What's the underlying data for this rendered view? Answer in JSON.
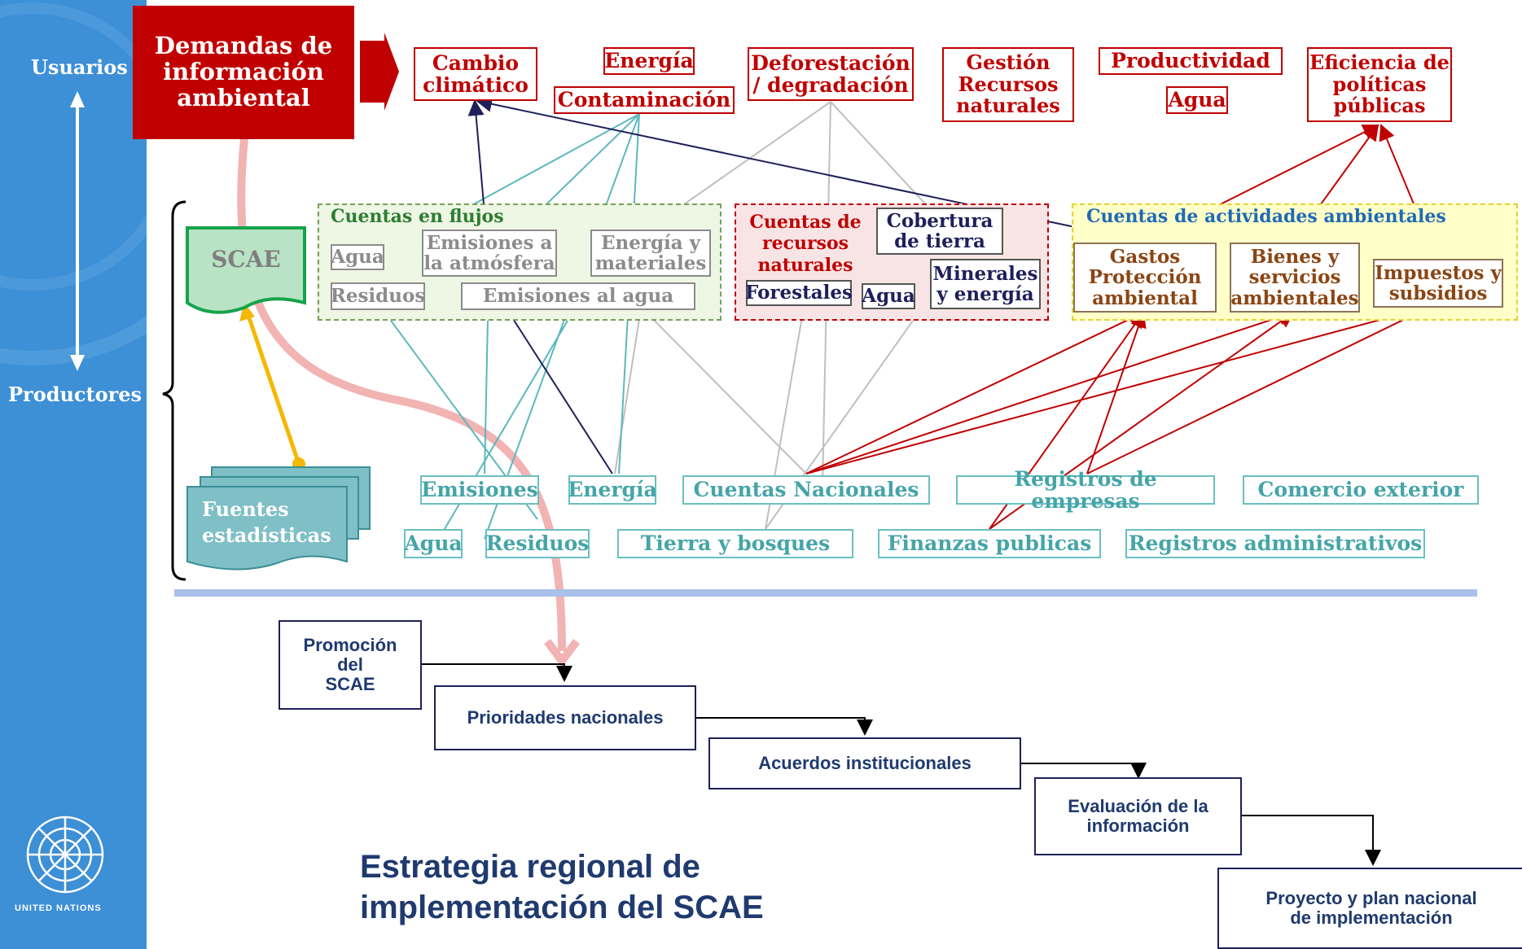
{
  "sidebar": {
    "users_label": "Usuarios",
    "producers_label": "Productores",
    "org_label": "UNITED NATIONS"
  },
  "demand_box": "Demandas de\ninformación\nambiental",
  "demands": {
    "cambio": "Cambio\nclimático",
    "energia": "Energía",
    "contaminacion": "Contaminación",
    "deforestacion": "Deforestación\n/ degradación",
    "gestion": "Gestión\nRecursos\nnaturales",
    "productividad": "Productividad",
    "agua": "Agua",
    "eficiencia": "Eficiencia de\npolíticas\npúblicas"
  },
  "scae_label": "SCAE",
  "panels": {
    "flujos": {
      "title": "Cuentas en flujos",
      "agua": "Agua",
      "emisiones_atm": "Emisiones a\nla atmósfera",
      "energia_mat": "Energía y\nmateriales",
      "residuos": "Residuos",
      "emisiones_agua": "Emisiones al agua"
    },
    "recursos": {
      "title": "Cuentas de\nrecursos\nnaturales",
      "cobertura": "Cobertura\nde tierra",
      "forestales": "Forestales",
      "agua": "Agua",
      "minerales": "Minerales\ny energía"
    },
    "actividades": {
      "title": "Cuentas de actividades ambientales",
      "gastos": "Gastos\nProtección\nambiental",
      "bienes": "Bienes y\nservicios\nambientales",
      "impuestos": "Impuestos y\nsubsidios"
    }
  },
  "fuentes_label": "Fuentes\nestadísticas",
  "sources": {
    "emisiones": "Emisiones",
    "energia": "Energía",
    "cuentas_nacionales": "Cuentas Nacionales",
    "registros_empresas": "Registros de empresas",
    "comercio": "Comercio exterior",
    "agua": "Agua",
    "residuos": "Residuos",
    "tierra": "Tierra y bosques",
    "finanzas": "Finanzas publicas",
    "registros_admin": "Registros administrativos"
  },
  "steps": {
    "promocion": "Promoción\ndel\nSCAE",
    "prioridades": "Prioridades nacionales",
    "acuerdos": "Acuerdos institucionales",
    "evaluacion": "Evaluación  de la\ninformación",
    "proyecto": "Proyecto y plan nacional\nde implementación"
  },
  "strategy_title": "Estrategia regional de\nimplementación del SCAE",
  "colors": {
    "sidebar": "#3d8fd6",
    "demand_fill": "#c00000",
    "red": "#c00000",
    "teal": "#45a5a8",
    "navy": "#1f1f5a",
    "grey": "#8c8c8c",
    "green_panel": "#eef6e4",
    "red_panel": "#f8e4e4",
    "yellow_panel": "#ffffc8",
    "scae_fill": "#b8e3c4",
    "fuentes_fill": "#7fbfc6",
    "gold": "#f5b800"
  }
}
